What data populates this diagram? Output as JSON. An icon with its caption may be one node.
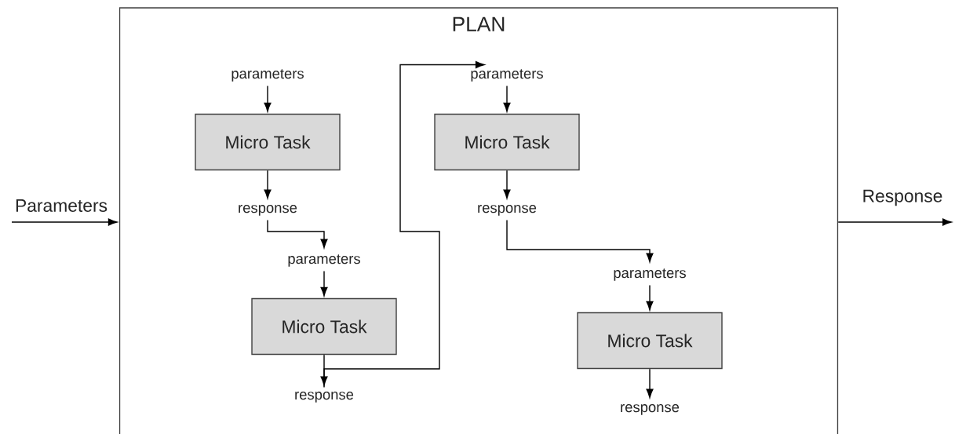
{
  "diagram": {
    "nodes": [
      {
        "text": [
          "PLAN"
        ]
      },
      {
        "text": [
          "parameters"
        ],
        "in": 0
      },
      {
        "text": [
          "Micro Task"
        ],
        "in": 0
      },
      {
        "text": [
          "response"
        ],
        "in": 0
      },
      {
        "text": [
          "parameters"
        ],
        "in": 0
      },
      {
        "text": [
          "Micro Task"
        ],
        "in": 0
      },
      {
        "text": [
          "response"
        ],
        "in": 0
      },
      {
        "text": [
          "parameters"
        ],
        "in": 0
      },
      {
        "text": [
          "Micro Task"
        ],
        "in": 0
      },
      {
        "text": [
          "response"
        ],
        "in": 0
      },
      {
        "text": [
          "parameters"
        ],
        "in": 0
      },
      {
        "text": [
          "Micro Task"
        ],
        "in": 0
      },
      {
        "text": [
          "response"
        ],
        "in": 0
      }
    ],
    "edges": [
      {
        "from": null,
        "to": 0,
        "arrow": "to",
        "label": "Parameters"
      },
      {
        "from": 0,
        "to": null,
        "arrow": "to",
        "label": "Response"
      },
      {
        "from": 1,
        "to": 2,
        "arrow": "to"
      },
      {
        "from": 2,
        "to": 3,
        "arrow": "to"
      },
      {
        "from": 3,
        "to": 4,
        "arrow": "to"
      },
      {
        "from": 4,
        "to": 5,
        "arrow": "to"
      },
      {
        "from": 5,
        "to": 6,
        "arrow": "to"
      },
      {
        "from": 6,
        "to": 7,
        "arrow": "to"
      },
      {
        "from": 7,
        "to": 8,
        "arrow": "to"
      },
      {
        "from": 8,
        "to": 9,
        "arrow": "to"
      },
      {
        "from": 9,
        "to": 10,
        "arrow": "to"
      },
      {
        "from": 10,
        "to": 11,
        "arrow": "to"
      },
      {
        "from": 11,
        "to": 12,
        "arrow": "to"
      }
    ]
  }
}
